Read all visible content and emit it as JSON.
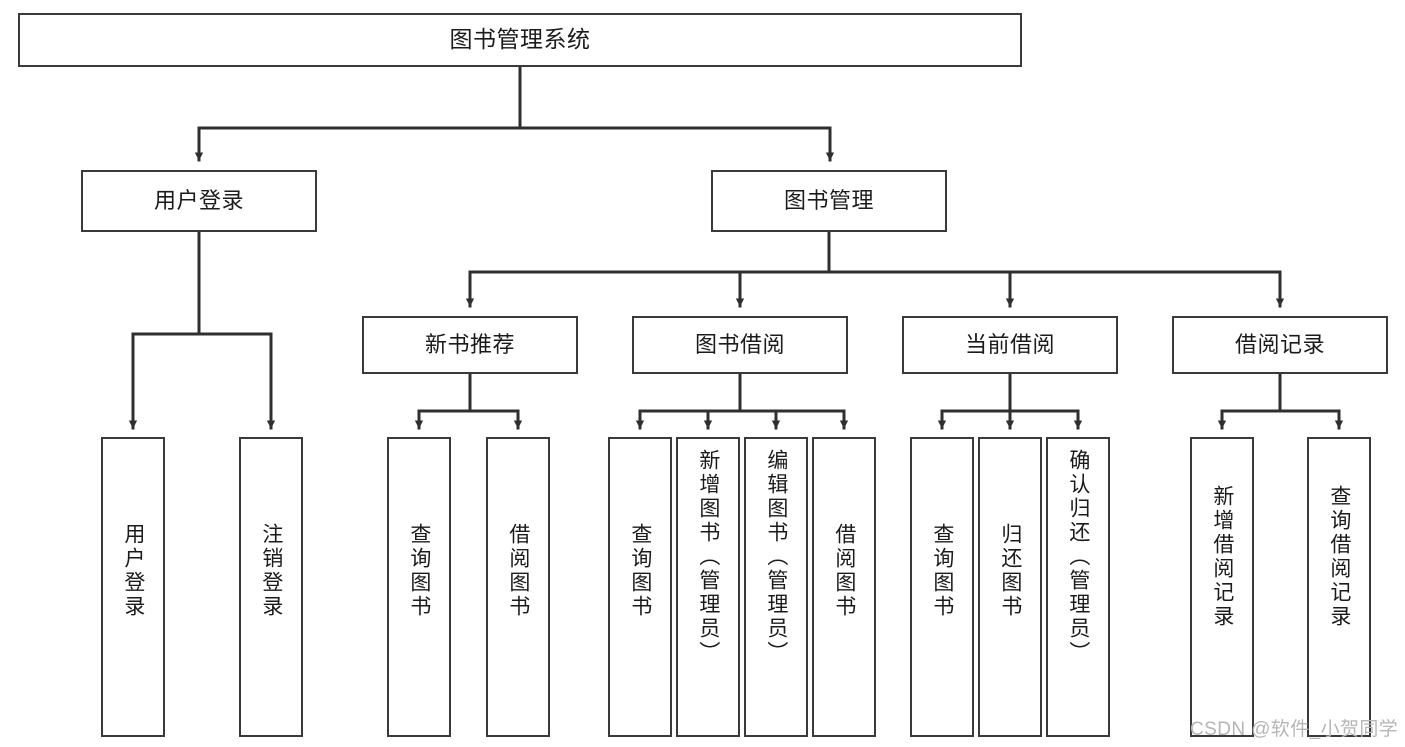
{
  "diagram": {
    "title": "图书管理系统",
    "type": "tree-hierarchy-chart",
    "colors": {
      "box_border": "#3a3a3a",
      "box_fill": "#ffffff",
      "connector": "#2f2f2f",
      "text": "#1b1b1b",
      "watermark": "#b6b6b6"
    },
    "root": {
      "label": "图书管理系统"
    },
    "level2": [
      {
        "label": "用户登录"
      },
      {
        "label": "图书管理"
      }
    ],
    "level3": [
      {
        "label": "新书推荐"
      },
      {
        "label": "图书借阅"
      },
      {
        "label": "当前借阅"
      },
      {
        "label": "借阅记录"
      }
    ],
    "leaves": {
      "user_login": [
        {
          "label": "用户登录"
        },
        {
          "label": "注销登录"
        }
      ],
      "new_book": [
        {
          "label": "查询图书"
        },
        {
          "label": "借阅图书"
        }
      ],
      "book_borrow": [
        {
          "label": "查询图书"
        },
        {
          "label": "新增图书（管理员）"
        },
        {
          "label": "编辑图书（管理员）"
        },
        {
          "label": "借阅图书"
        }
      ],
      "current_borrow": [
        {
          "label": "查询图书"
        },
        {
          "label": "归还图书"
        },
        {
          "label": "确认归还（管理员）"
        }
      ],
      "borrow_record": [
        {
          "label": "新增借阅记录"
        },
        {
          "label": "查询借阅记录"
        }
      ]
    },
    "watermark": "CSDN @软件_小贺同学"
  }
}
